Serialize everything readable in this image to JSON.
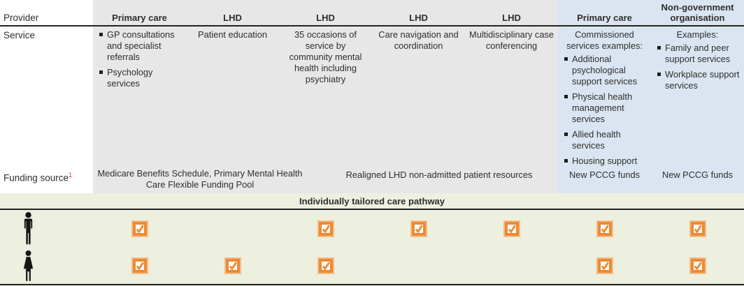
{
  "table": {
    "row_labels": {
      "provider": "Provider",
      "service": "Service",
      "funding": "Funding source",
      "funding_note_marker": "1"
    },
    "columns": [
      {
        "provider": "Primary care",
        "service": {
          "bullets": [
            "GP consultations and specialist referrals",
            "Psychology services"
          ]
        }
      },
      {
        "provider": "LHD",
        "service": {
          "text": "Patient education"
        }
      },
      {
        "provider": "LHD",
        "service": {
          "text": "35 occasions of service by community mental health including psychiatry"
        }
      },
      {
        "provider": "LHD",
        "service": {
          "text": "Care navigation and coordination"
        }
      },
      {
        "provider": "LHD",
        "service": {
          "text": "Multidisciplinary case conferencing"
        }
      },
      {
        "provider": "Primary care",
        "service": {
          "intro": "Commissioned services examples:",
          "bullets": [
            "Additional psychological support services",
            "Physical health management services",
            "Allied health services",
            "Housing support"
          ]
        }
      },
      {
        "provider": "Non-government organisation",
        "service": {
          "intro": "Examples:",
          "bullets": [
            "Family and peer support services",
            "Workplace support services"
          ]
        }
      }
    ],
    "funding_cells": [
      {
        "text": "Medicare Benefits Schedule, Primary Mental Health Care Flexible Funding Pool"
      },
      {
        "text": "Realigned LHD non-admitted patient resources"
      },
      {
        "text": "New PCCG funds"
      },
      {
        "text": "New PCCG funds"
      }
    ]
  },
  "pathway": {
    "title": "Individually tailored care pathway",
    "rows": [
      {
        "icon": "male-person-icon",
        "checks": [
          true,
          false,
          true,
          true,
          true,
          true,
          true
        ]
      },
      {
        "icon": "female-person-icon",
        "checks": [
          true,
          true,
          true,
          false,
          false,
          true,
          true
        ]
      }
    ]
  },
  "colors": {
    "lhd_section_bg": "#e7e7e7",
    "pccg_section_bg": "#dbe5f1",
    "pathway_band_bg": "#edefdf",
    "check_orange": "#ed8a33",
    "note_marker_red": "#d6372e",
    "rule_dark": "#222222",
    "text": "#2e2e2e"
  }
}
